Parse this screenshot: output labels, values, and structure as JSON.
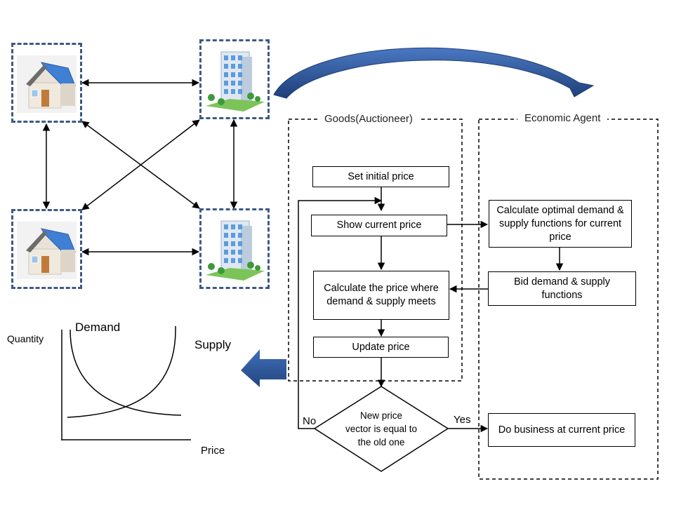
{
  "swimlanes": {
    "goods": "Goods(Auctioneer)",
    "agent": "Economic Agent"
  },
  "flowchart": {
    "set_initial_price": "Set initial price",
    "show_current_price": "Show current price",
    "calculate_price": "Calculate the price where demand & supply meets",
    "update_price": "Update price",
    "decision": [
      "New price",
      "vector is equal to",
      "the old one"
    ],
    "no_label": "No",
    "yes_label": "Yes",
    "calculate_optimal": "Calculate optimal demand & supply functions for current price",
    "bid_functions": "Bid demand & supply functions",
    "do_business": "Do business at current price"
  },
  "graph": {
    "y_axis_label": "Quantity",
    "x_axis_label": "Price",
    "demand_label": "Demand",
    "supply_label": "Supply"
  },
  "network": {
    "nodes": [
      "house-top-left",
      "building-top-right",
      "house-bottom-left",
      "building-bottom-right"
    ]
  },
  "colors": {
    "frame": "#3d5a86",
    "big_arrow": "#2e5597",
    "roof": "#3f7fd4"
  }
}
